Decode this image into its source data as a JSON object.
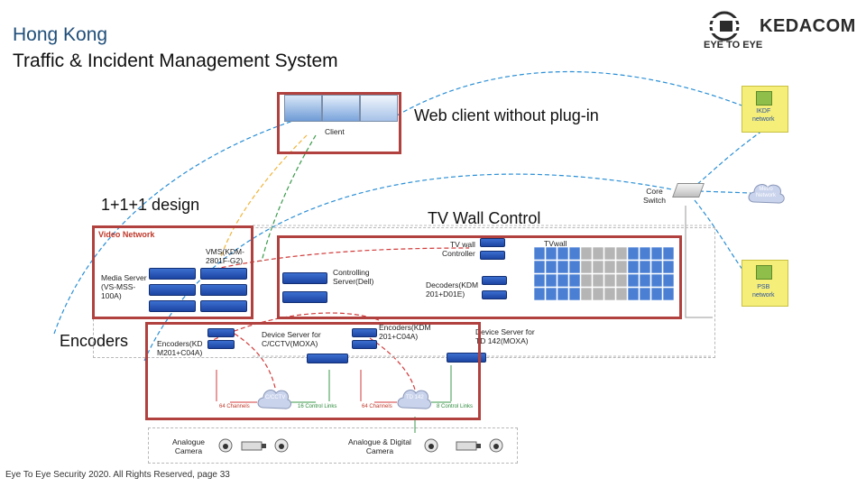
{
  "header": {
    "title_line1": "Hong Kong",
    "title_line2": "Traffic & Incident Management System"
  },
  "logo": {
    "brand": "KEDACOM",
    "tagline": "EYE TO EYE"
  },
  "callouts": {
    "web_client": "Web client without plug-in",
    "design": "1+1+1 design",
    "tv_wall_control": "TV Wall Control",
    "encoders": "Encoders"
  },
  "diagram": {
    "client": "Client",
    "core_switch": "Core\nSwitch",
    "video_network": "Video Network",
    "tv_wall_controller": "TV wall\nController",
    "tv_wall": "TVwall",
    "vms": "VMS(KDM-\n2801F-G2)",
    "media_server": "Media Server\n(VS-MSS-\n100A)",
    "controlling_server": "Controlling\nServer(Dell)",
    "decoders": "Decoders(KDM\n201+D01E)",
    "encoders_left": "Encoders(KD\nM201+C04A)",
    "device_server_cctv": "Device Server for\nC/CCTV(MOXA)",
    "encoders_right": "Encoders(KDM\n201+C04A)",
    "device_server_td": "Device Server for\nTD 142(MOXA)",
    "cloud_cctv": "C/CCTV",
    "cloud_td": "TD 142",
    "left_channels": "64 Channels",
    "left_links": "16 Control Links",
    "right_channels": "64 Channels",
    "right_links": "8 Control Links",
    "analogue_camera": "Analogue\nCamera",
    "analogue_digital": "Analogue & Digital\nCamera",
    "ikdf_network": "IKDF\nnetwork",
    "psb_network": "PSB\nnetwork",
    "metro_network": "Metro\nNetwork"
  },
  "footer": {
    "text": "Eye To Eye Security 2020. All Rights Reserved, page 33"
  },
  "colors": {
    "box_red": "#b0413e",
    "server_blue": "#1d45a3",
    "link_blue": "#2a8fd6",
    "link_red": "#d23a3a",
    "link_green": "#3a9a4a",
    "link_orange": "#f0b43a",
    "monitor_blue": "#4a7fd4",
    "monitor_gray": "#b5b5b5"
  }
}
